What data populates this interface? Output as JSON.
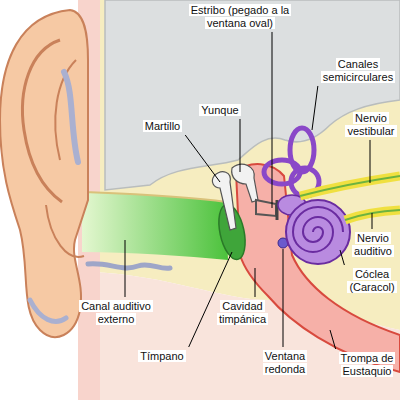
{
  "diagram": {
    "labels": [
      "Estribo (pegado a la ventana oval)",
      "Canales semicirculares",
      "Yunque",
      "Martillo",
      "Nervio vestibular",
      "Nervio auditivo",
      "Cóclea (Caracol)",
      "Canal auditivo externo",
      "Cavidad timpánica",
      "Tímpano",
      "Ventana redonda",
      "Trompa de Eustaquio"
    ]
  }
}
